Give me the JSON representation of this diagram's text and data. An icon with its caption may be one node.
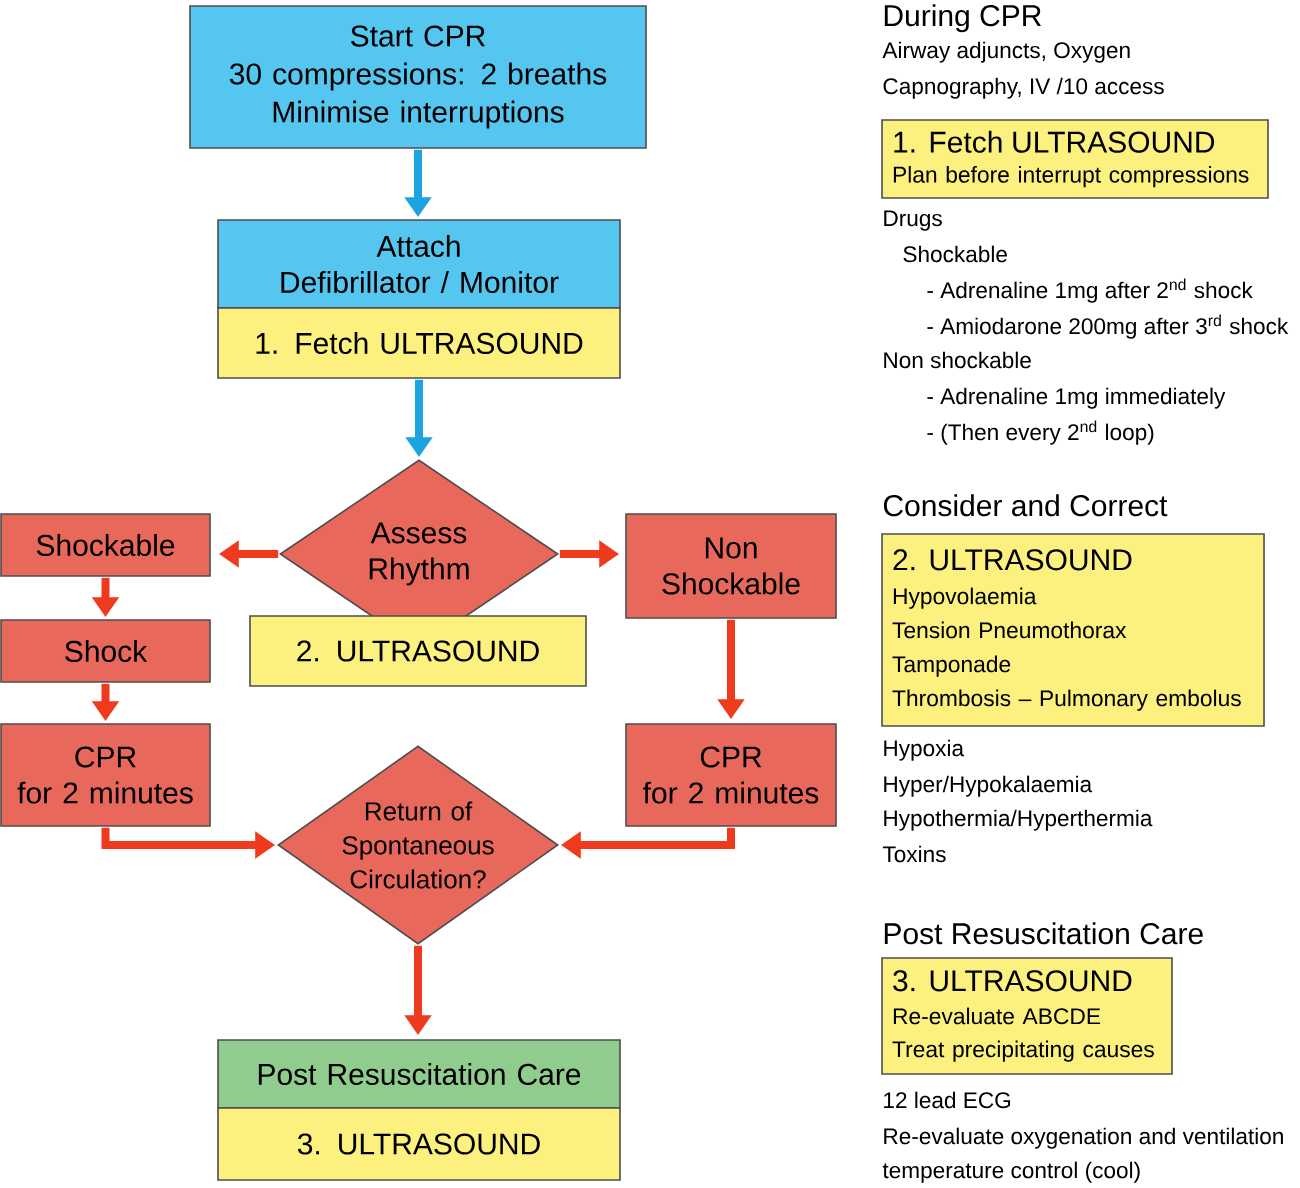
{
  "diagram": {
    "nodes": [
      {
        "text": [
          "Start CPR",
          "30 compressions: 2 breaths",
          "Minimise interruptions"
        ]
      },
      {
        "text": [
          "Attach",
          "Defibrillator / Monitor"
        ]
      },
      {
        "text": [
          "1. Fetch ULTRASOUND"
        ]
      },
      {
        "text": [
          "Assess Rhythm"
        ]
      },
      {
        "text": [
          "2. ULTRASOUND"
        ]
      },
      {
        "text": [
          "Shockable"
        ]
      },
      {
        "text": [
          "Non Shockable"
        ]
      },
      {
        "text": [
          "Shock"
        ]
      },
      {
        "text": [
          "CPR",
          "for 2 minutes"
        ]
      },
      {
        "text": [
          "CPR",
          "for 2 minutes"
        ]
      },
      {
        "text": [
          "Return of Spontaneous Circulation?"
        ]
      },
      {
        "text": [
          "Post Resuscitation Care"
        ]
      },
      {
        "text": [
          "3. ULTRASOUND"
        ]
      },
      {
        "text": [
          "1. Fetch ULTRASOUND",
          "Plan before interrupt compressions"
        ]
      },
      {
        "text": [
          "2. ULTRASOUND",
          "Hypovolaemia",
          "Tension Pneumothorax",
          "Tamponade",
          "Thrombosis – Pulmonary embolus"
        ]
      },
      {
        "text": [
          "3. ULTRASOUND",
          "Re-evaluate ABCDE",
          "Treat precipitating causes"
        ]
      }
    ],
    "edges": [
      {
        "from": 0,
        "to": 1,
        "arrow": "to",
        "color": "#1ca3e0"
      },
      {
        "from": 2,
        "to": 3,
        "arrow": "to",
        "color": "#1ca3e0"
      },
      {
        "from": 3,
        "to": 5,
        "arrow": "to"
      },
      {
        "from": 3,
        "to": 6,
        "arrow": "to"
      },
      {
        "from": 5,
        "to": 7,
        "arrow": "to"
      },
      {
        "from": 7,
        "to": 8,
        "arrow": "to"
      },
      {
        "from": 6,
        "to": 9,
        "arrow": "to"
      },
      {
        "from": 8,
        "to": 10,
        "arrow": "to"
      },
      {
        "from": 9,
        "to": 10,
        "arrow": "to"
      },
      {
        "from": 10,
        "to": 11,
        "arrow": "to"
      }
    ],
    "labels": [
      "During CPR",
      "Airway adjuncts, Oxygen",
      "Capnography, IV /10 access",
      "Drugs",
      "Shockable",
      "- Adrenaline 1mg after 2$^{nd}$ shock",
      "- Amiodarone 200mg after 3$^{rd}$ shock",
      "Non shockable",
      "- Adrenaline 1mg immediately",
      "- (Then every 2$^{nd}$ loop)",
      "Consider and Correct",
      "Hypoxia",
      "Hyper/Hypokalaemia",
      "Hypothermia/Hyperthermia",
      "Toxins",
      "Post Resuscitation Care",
      "12 lead ECG",
      "Re-evaluate oxygenation and ventilation",
      "temperature control (cool)"
    ]
  }
}
